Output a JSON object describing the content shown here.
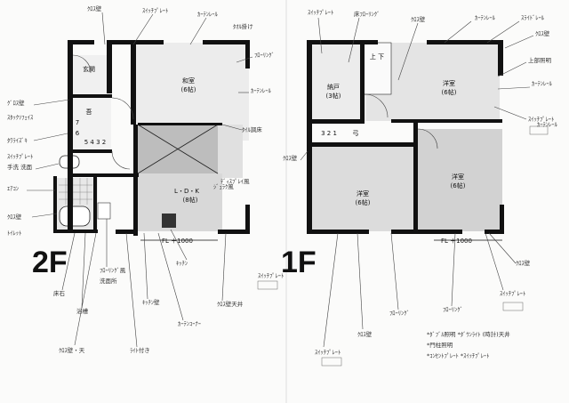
{
  "plans": {
    "second_floor": {
      "label": "2F",
      "rooms": {
        "washitsu": {
          "name": "和室",
          "size": "(6帖)"
        },
        "genkan": {
          "name": "玄関"
        },
        "ldk": {
          "name": "L・D・K",
          "size": "(8帖)",
          "note": "ｼﾞｭﾗｸ風"
        },
        "stair_nums": "5 4 3 2",
        "stair_top": "7",
        "stair_top2": "6",
        "toilet_mark": "吾"
      },
      "fl_note": "FL ＋1000"
    },
    "first_floor": {
      "label": "1F",
      "rooms": {
        "nando": {
          "name": "納戸",
          "size": "(3帖)"
        },
        "youshitsu_ne": {
          "name": "洋室",
          "size": "(6帖)"
        },
        "youshitsu_sw": {
          "name": "洋室",
          "size": "(6帖)"
        },
        "youshitsu_se": {
          "name": "洋室",
          "size": "(6帖)"
        },
        "updown": "上 下",
        "stair_nums": "3 2 1",
        "stair_mark": "弓"
      },
      "fl_note": "FL ＋1000"
    }
  },
  "annotations_2f": [
    "ｸﾞﾛｽ壁",
    "ｽﾀｯｸｿﾌｪｲｽ",
    "ﾀﾜﾗｲｽﾞｷ",
    "ｸﾛｽ壁",
    "ｽｲｯﾁﾌﾟﾚｰﾄ",
    "ｶｰﾃﾝﾚｰﾙ",
    "ﾀｵﾙ掛け",
    "ﾌﾛｰﾘﾝｸﾞ",
    "ﾀｲﾙ調床",
    "ｶｰﾃﾝﾚｰﾙ",
    "ｽｲｯﾁﾌﾟﾚｰﾄ",
    "ﾃﾞｨｽﾌﾟﾚｲ風",
    "手洗 洗面",
    "ｴｱｺﾝ",
    "ｷｯﾁﾝ",
    "床石",
    "ｸﾛｽ壁",
    "浴槽",
    "ｸﾛｽ壁・天",
    "ﾌﾛｰﾘﾝｸﾞ風",
    "洗面所",
    "ｷｯﾁﾝ壁",
    "ｶｰﾃﾝｺｰﾅｰ",
    "ｸﾛｽ壁天井",
    "ｽｲｯﾁﾌﾟﾚｰﾄ",
    "ﾗｲﾄ付き",
    "ﾄｲﾚｯﾄ"
  ],
  "annotations_1f": [
    "ｽｲｯﾁﾌﾟﾚｰﾄ",
    "床ﾌﾛｰﾘﾝｸﾞ",
    "ｸﾛｽ壁",
    "ｶｰﾃﾝﾚｰﾙ",
    "ｽﾗｲﾄﾞﾚｰﾙ",
    "ｸﾛｽ壁",
    "上部照明",
    "ｶｰﾃﾝﾚｰﾙ",
    "ｽｲｯﾁﾌﾟﾚｰﾄ",
    "ｸﾛｽ壁",
    "ｸﾛｽ壁",
    "ｽｲｯﾁﾌﾟﾚｰﾄ",
    "ﾌﾛｰﾘﾝｸﾞ",
    "ﾌﾛｰﾘﾝｸﾞ",
    "ｸﾛｽ壁",
    "ｽｲｯﾁﾌﾟﾚｰﾄ",
    "ｶｰﾃﾝﾚｰﾙ"
  ],
  "notes_1f": [
    "*ﾀﾞﾌﾞﾙ照明 *ﾀﾞｳﾝﾗｲﾄ (時計)天井",
    "*門柱照明",
    "*ｺﾝｾﾝﾄﾌﾟﾚｰﾄ *ｽｲｯﾁﾌﾟﾚｰﾄ"
  ]
}
